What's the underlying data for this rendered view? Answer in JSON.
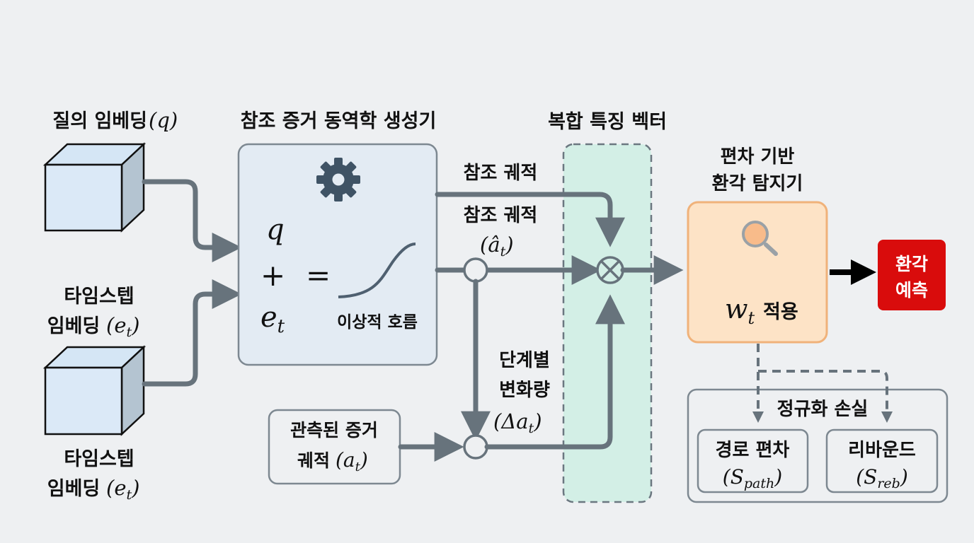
{
  "colors": {
    "background": "#eef0f2",
    "wire": "#67737c",
    "cube_front": "#dbe9f7",
    "cube_side": "#b4c4d1",
    "generator_fill": "#e3ebf3",
    "composite_fill": "#d3efe6",
    "detector_fill": "#fde3c6",
    "detector_border": "#f0b27a",
    "output_fill": "#d90c0c",
    "gear": "#3f5365"
  },
  "inputs": {
    "query": {
      "label": "질의 임베딩",
      "symbol": "(q)"
    },
    "timestep_top": {
      "line1": "타임스텝",
      "line2": "임베딩",
      "symbol": "(e",
      "sub": "t",
      "close": ")"
    },
    "timestep_bottom": {
      "line1": "타임스텝",
      "line2": "임베딩",
      "symbol": "(e",
      "sub": "t",
      "close": ")"
    }
  },
  "generator": {
    "title": "참조 증거 동역학 생성기",
    "icon": "gear-icon",
    "q": "q",
    "plus": "+",
    "equals": "=",
    "e": "e",
    "e_sub": "t",
    "curve_label": "이상적 호름"
  },
  "edges": {
    "ref_traj_top": "참조 궤적",
    "ref_traj_mid": "참조 궤적",
    "ref_traj_symbol": "(â",
    "ref_traj_sub": "t",
    "ref_traj_close": ")",
    "delta_line1": "단계별",
    "delta_line2": "변화량",
    "delta_symbol": "(Δa",
    "delta_sub": "t",
    "delta_close": ")"
  },
  "observed": {
    "line1": "관측된 증거",
    "line2": "궤적",
    "symbol": "(a",
    "sub": "t",
    "close": ")"
  },
  "composite": {
    "title": "복합 특징 벡터",
    "operator": "⊗"
  },
  "detector": {
    "title_line1": "편차 기반",
    "title_line2": "환각 탐지기",
    "icon": "magnifier-icon",
    "w": "w",
    "w_sub": "t",
    "apply_label": "적용"
  },
  "output": {
    "line1": "환각",
    "line2": "예측"
  },
  "regularization": {
    "title": "정규화 손실",
    "path": {
      "label": "경로 편차",
      "symbol": "(S",
      "sub": "path",
      "close": ")"
    },
    "rebound": {
      "label": "리바운드",
      "symbol": "(S",
      "sub": "reb",
      "close": ")"
    }
  }
}
